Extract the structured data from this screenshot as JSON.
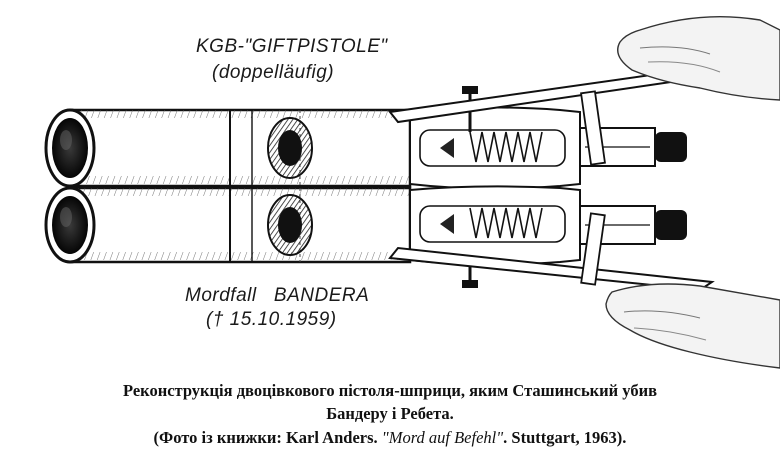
{
  "drawing": {
    "label_top_line1": "KGB-\"GIFTPISTOLE\"",
    "label_top_line2": "(doppelläufig)",
    "label_bottom_line1": "Mordfall   BANDERA",
    "label_bottom_line2": "(† 15.10.1959)"
  },
  "caption": {
    "line1": "Реконструкція двоцівкового пістоля-шприци, яким Сташинський убив",
    "line2": "Бандеру і Ребета.",
    "line3_prefix": "(Фото із книжки: Karl Anders. ",
    "line3_title": "\"Mord auf Befehl\"",
    "line3_suffix": ". Stuttgart, 1963)."
  },
  "colors": {
    "ink": "#111111",
    "paper": "#ffffff"
  }
}
